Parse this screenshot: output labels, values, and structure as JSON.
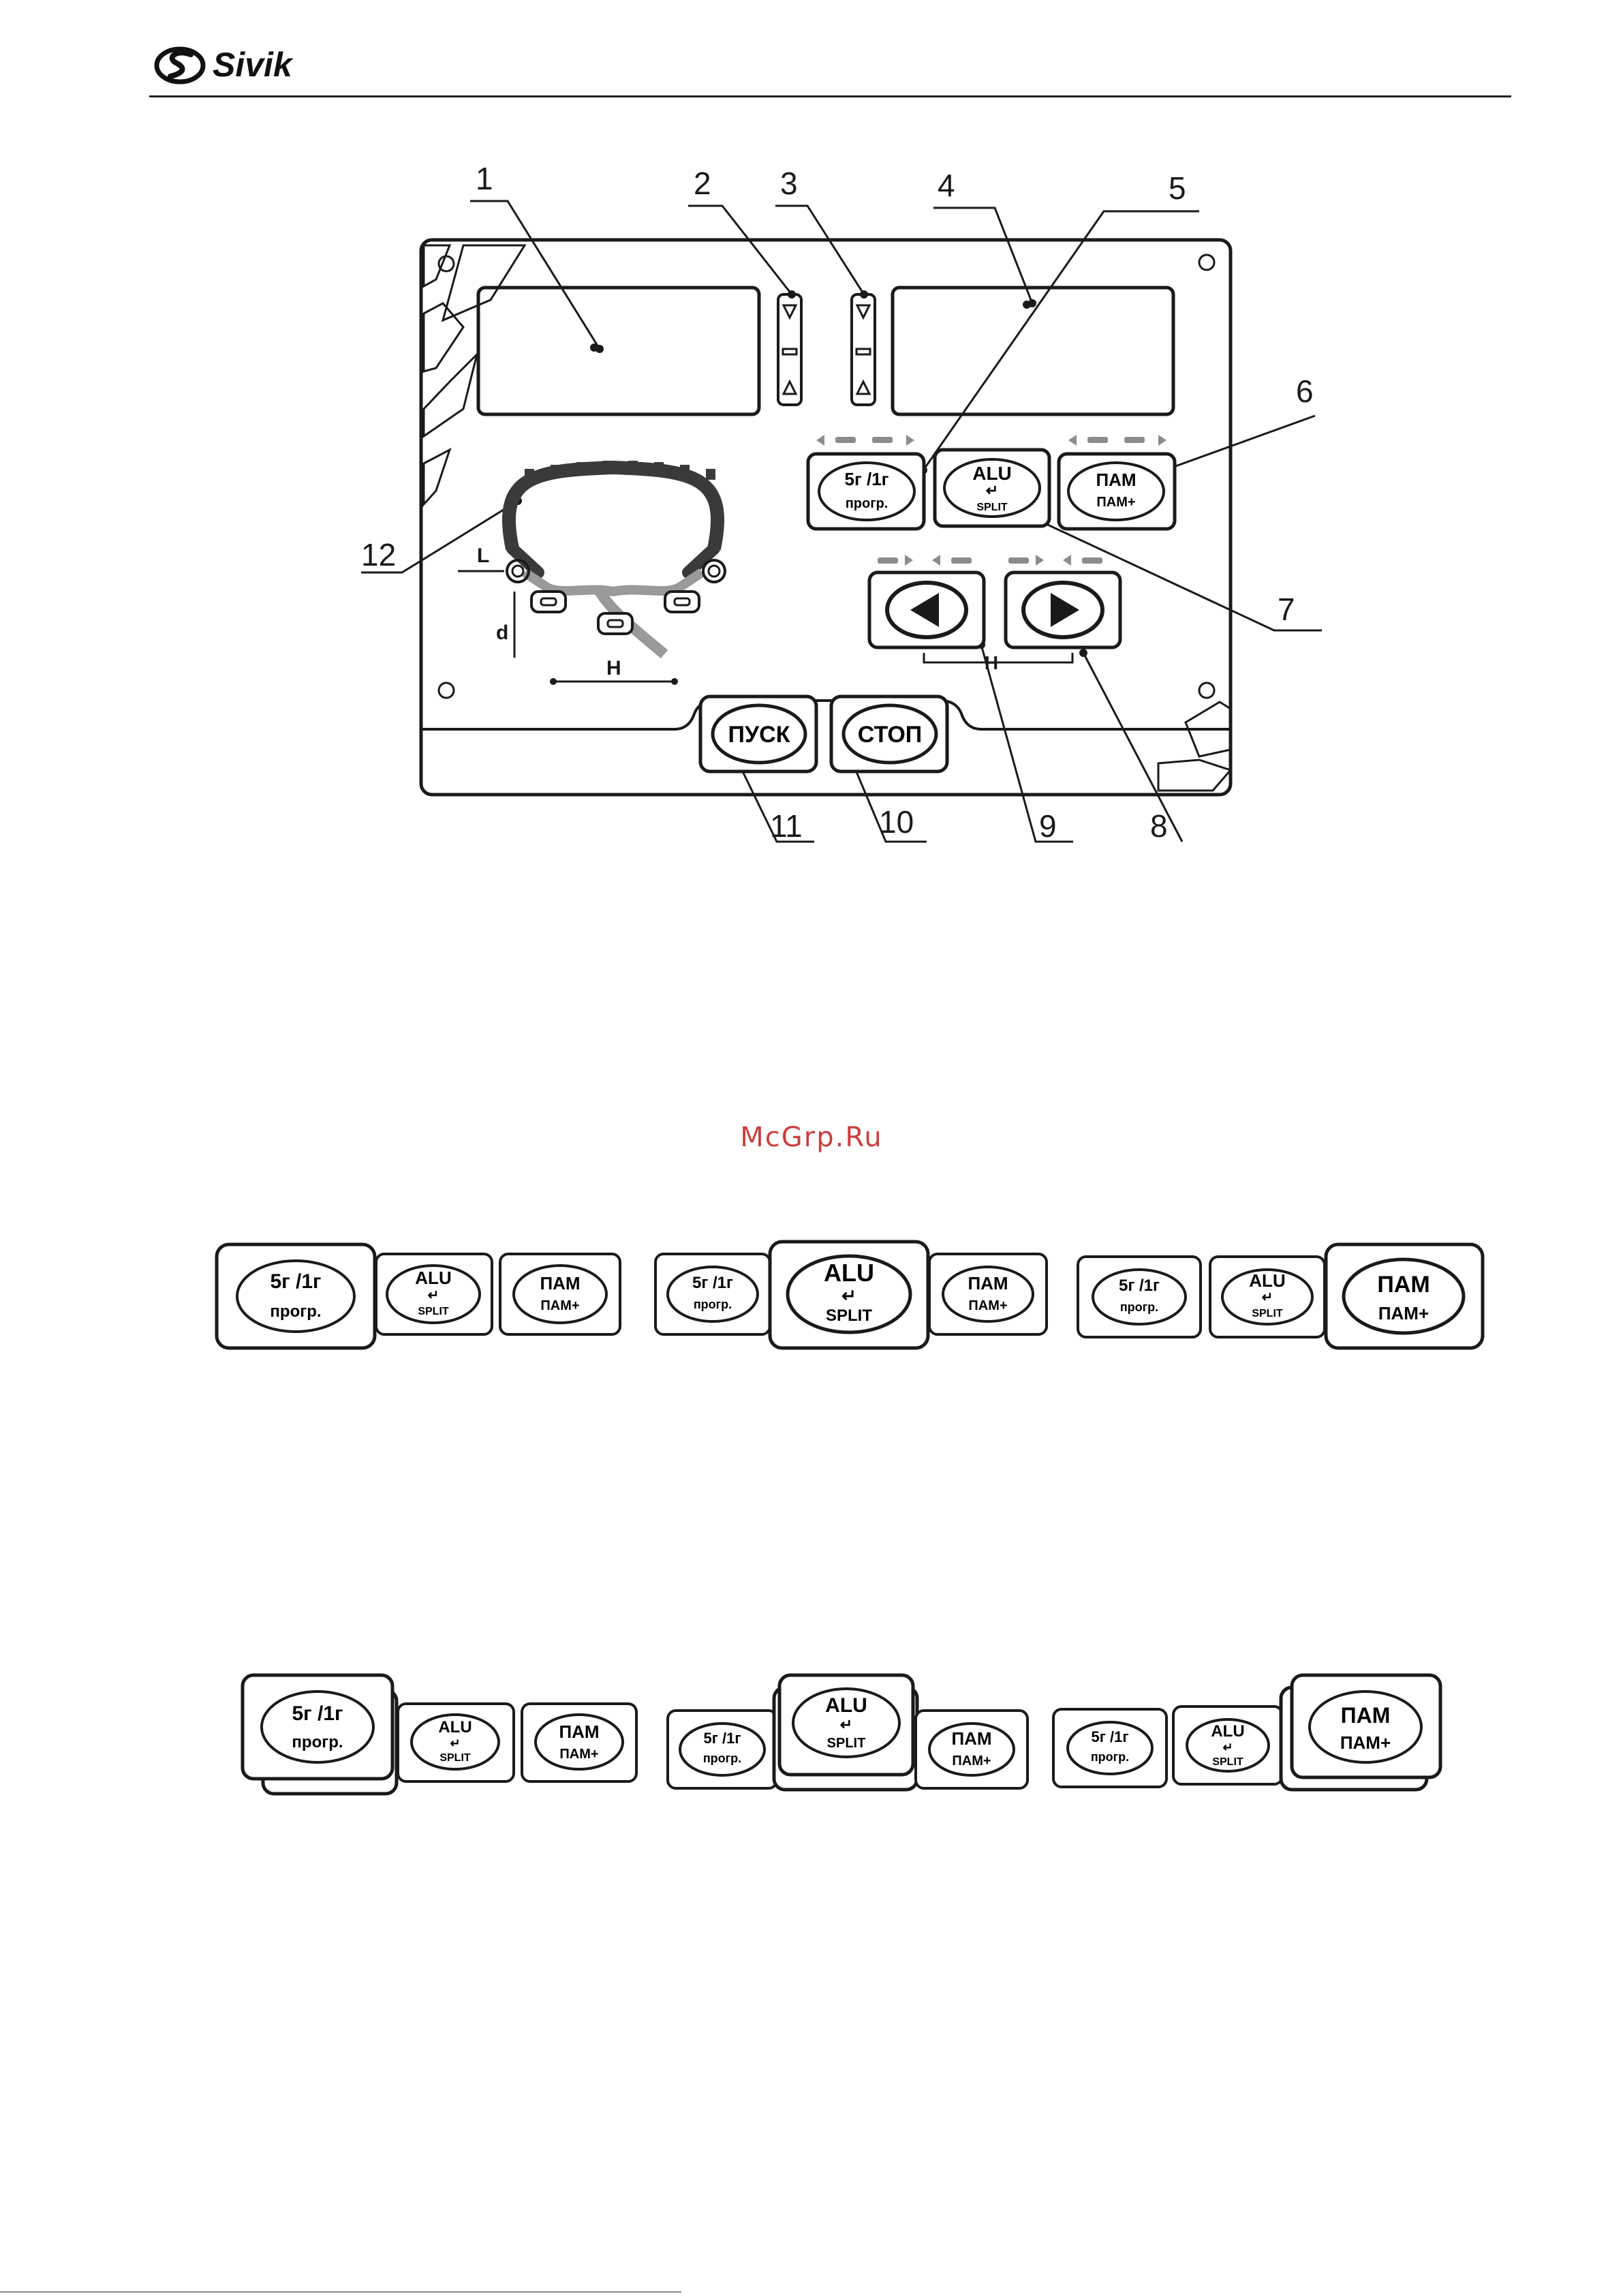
{
  "header": {
    "brand": "Sivik"
  },
  "watermark": "McGrp.Ru",
  "callouts": [
    "1",
    "2",
    "3",
    "4",
    "5",
    "6",
    "7",
    "8",
    "9",
    "10",
    "11",
    "12"
  ],
  "panel": {
    "key_prog": {
      "line1": "5г /1г",
      "line2": "прогр."
    },
    "key_alu": {
      "line1": "ALU",
      "line2": "SPLIT",
      "enter": "↵"
    },
    "key_mem": {
      "line1": "ПАМ",
      "line2": "ПАМ+"
    },
    "key_start": "ПУСК",
    "key_stop": "СТОП",
    "dim_L": "L",
    "dim_d": "d",
    "dim_H": "H",
    "bracket_H": "H"
  },
  "colors": {
    "ink": "#1a1a1a",
    "wheel_gray": "#9a9a9a",
    "tread": "#3a3a3a",
    "arrow_gray": "#8c8c8c",
    "watermark": "#c8403f"
  }
}
